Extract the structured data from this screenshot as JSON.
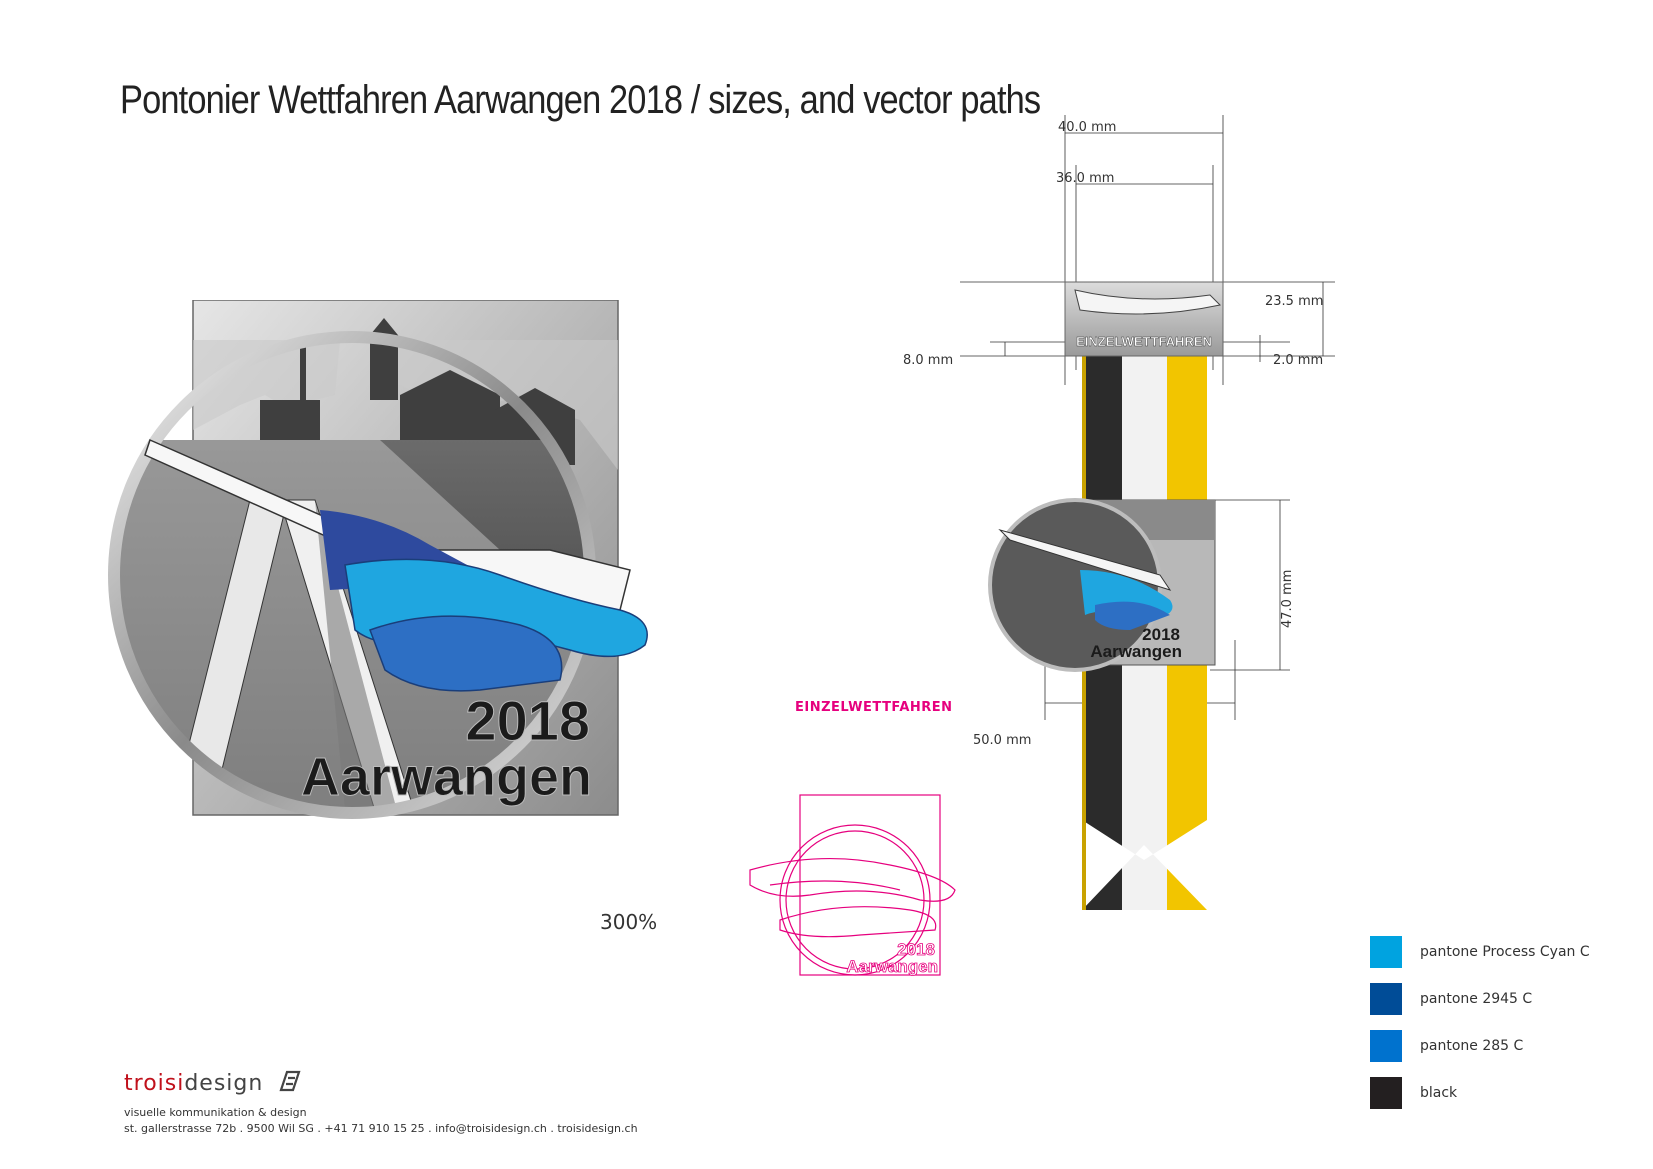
{
  "title": "Pontonier Wettfahren Aarwangen 2018 / sizes, and vector paths",
  "zoom_label": "300%",
  "medal": {
    "year": "2018",
    "place": "Aarwangen",
    "bar_text": "EINZELWETTFAHREN"
  },
  "outline_label": "EINZELWETTFAHREN",
  "dimensions": {
    "width_40": "40.0 mm",
    "width_36": "36.0 mm",
    "height_23_5": "23.5 mm",
    "height_8": "8.0 mm",
    "height_2": "2.0 mm",
    "height_47": "47.0 mm",
    "width_50": "50.0 mm"
  },
  "colors": [
    {
      "label": "pantone Process Cyan C",
      "hex": "#00a3e0"
    },
    {
      "label": "pantone 2945 C",
      "hex": "#004c97"
    },
    {
      "label": "pantone 285 C",
      "hex": "#0072ce"
    },
    {
      "label": "black",
      "hex": "#231f20"
    }
  ],
  "brand": {
    "name_accent": "troisi",
    "name_rest": "design",
    "tagline": "visuelle kommunikation & design",
    "address": "st. gallerstrasse 72b . 9500 Wil SG . +41 71 910 15 25 . info@troisidesign.ch . troisidesign.ch"
  }
}
